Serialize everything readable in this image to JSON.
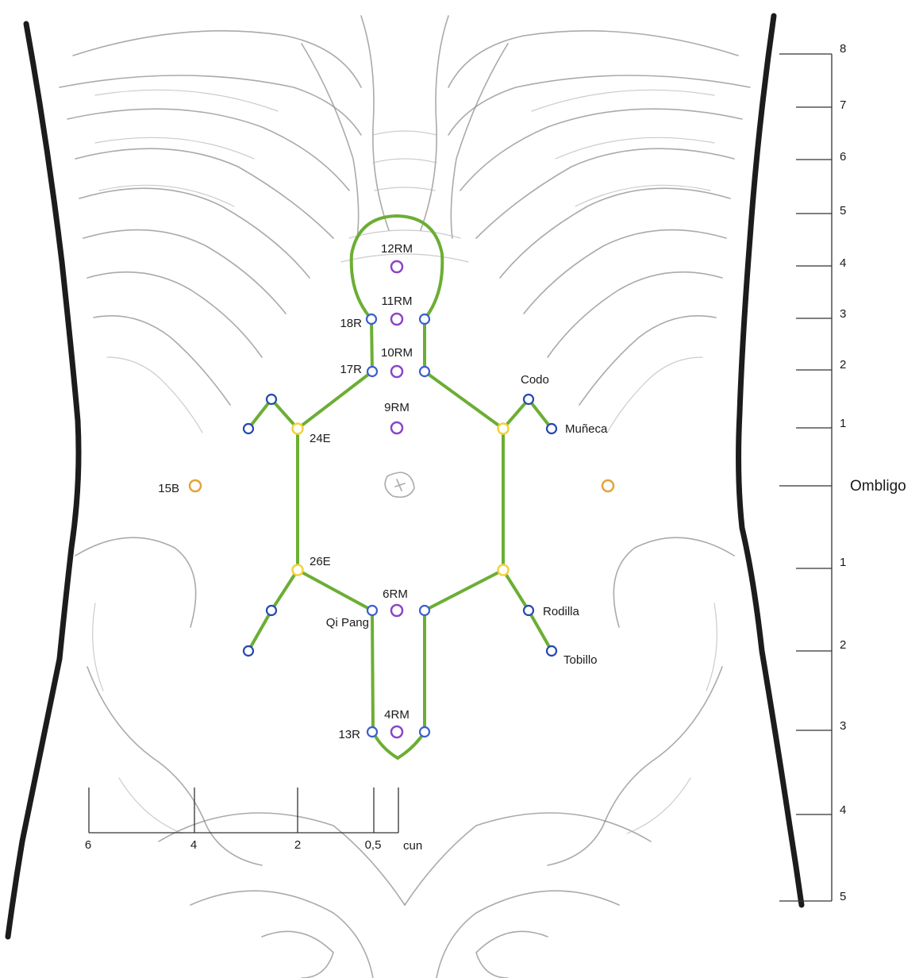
{
  "colors": {
    "meridian": "#6cae34",
    "ren_points": "#8a45c8",
    "kidney_points": "#3a5fcf",
    "extremity_points": "#2448b0",
    "joint_points": "#f3d23c",
    "spleen_points": "#e3a33a",
    "body_outline": "#1c1c1c",
    "sketch": "#8e8e8e"
  },
  "points": {
    "rm12": "12RM",
    "rm11": "11RM",
    "rm10": "10RM",
    "rm9": "9RM",
    "rm6": "6RM",
    "rm4": "4RM",
    "r18": "18R",
    "r17": "17R",
    "r13": "13R",
    "e24": "24E",
    "e26": "26E",
    "b15": "15B",
    "qi_pang": "Qi Pang",
    "codo": "Codo",
    "muneca": "Muñeca",
    "rodilla": "Rodilla",
    "tobillo": "Tobillo"
  },
  "vertical_scale": {
    "upper": [
      "8",
      "7",
      "6",
      "5",
      "4",
      "3",
      "2",
      "1"
    ],
    "reference": "Ombligo",
    "lower": [
      "1",
      "2",
      "3",
      "4",
      "5"
    ]
  },
  "horizontal_scale": {
    "ticks": [
      "6",
      "4",
      "2",
      "0,5"
    ],
    "unit": "cun"
  }
}
